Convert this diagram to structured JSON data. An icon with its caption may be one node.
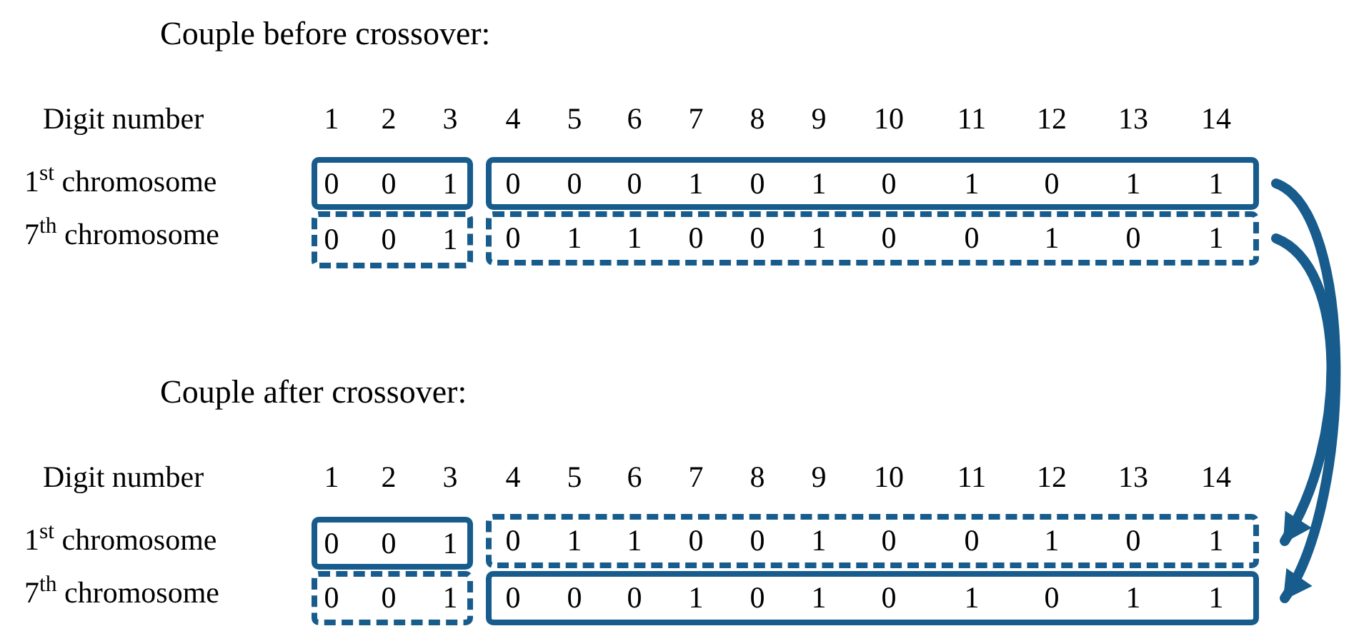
{
  "diagram": {
    "nodes": [
      {
        "text": [
          "0",
          "0",
          "1"
        ]
      },
      {
        "text": [
          "0",
          "0",
          "0",
          "1",
          "0",
          "1",
          "0",
          "1",
          "0",
          "1",
          "1"
        ]
      },
      {
        "text": [
          "0",
          "0",
          "1"
        ]
      },
      {
        "text": [
          "0",
          "1",
          "1",
          "0",
          "0",
          "1",
          "0",
          "0",
          "1",
          "0",
          "1"
        ]
      },
      {
        "text": [
          "0",
          "0",
          "1"
        ]
      },
      {
        "text": [
          "0",
          "1",
          "1",
          "0",
          "0",
          "1",
          "0",
          "0",
          "1",
          "0",
          "1"
        ]
      },
      {
        "text": [
          "0",
          "0",
          "1"
        ]
      },
      {
        "text": [
          "0",
          "0",
          "0",
          "1",
          "0",
          "1",
          "0",
          "1",
          "0",
          "1",
          "1"
        ]
      }
    ],
    "edges": [
      {
        "from": 1,
        "to": 7,
        "arrow": "to"
      },
      {
        "from": 3,
        "to": 5,
        "arrow": "to"
      }
    ],
    "labels": [
      "Couple before crossover:",
      "Digit number",
      "1",
      "2",
      "3",
      "4",
      "5",
      "6",
      "7",
      "8",
      "9",
      "10",
      "11",
      "12",
      "13",
      "14",
      "1$^{st}$ chromosome",
      "7$^{th}$ chromosome",
      "Couple after crossover:",
      "Digit number",
      "1",
      "2",
      "3",
      "4",
      "5",
      "6",
      "7",
      "8",
      "9",
      "10",
      "11",
      "12",
      "13",
      "14",
      "1$^{st}$ chromosome",
      "7$^{th}$ chromosome"
    ]
  }
}
